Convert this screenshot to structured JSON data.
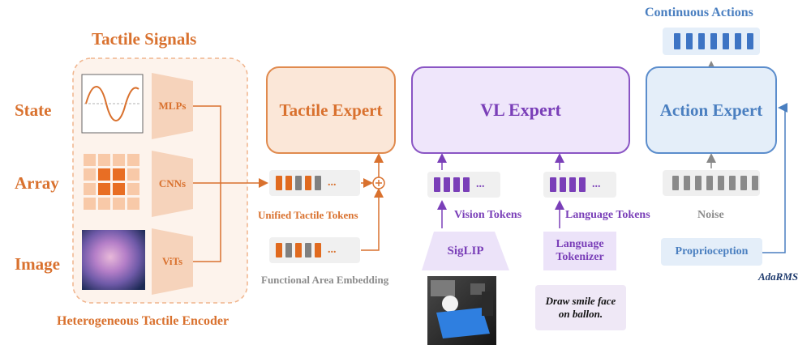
{
  "encoder": {
    "title": "Tactile Signals",
    "footer": "Heterogeneous Tactile Encoder",
    "rows": [
      {
        "modality": "State",
        "network": "MLPs"
      },
      {
        "modality": "Array",
        "network": "CNNs"
      },
      {
        "modality": "Image",
        "network": "ViTs"
      }
    ]
  },
  "tactile_expert": {
    "label": "Tactile Expert"
  },
  "vl_expert": {
    "label": "VL Expert"
  },
  "action_expert": {
    "label": "Action Expert"
  },
  "continuous_actions": {
    "label": "Continuous Actions"
  },
  "tokens": {
    "unified_tactile": "Unified Tactile Tokens",
    "functional_area": "Functional Area Embedding",
    "vision": "Vision Tokens",
    "language": "Language Tokens",
    "noise": "Noise",
    "ellipsis": "..."
  },
  "siglip": {
    "label": "SigLIP"
  },
  "tokenizer": {
    "label": "Language Tokenizer"
  },
  "instruction": {
    "text": "Draw smile face on ballon."
  },
  "proprioception": {
    "label": "Proprioception"
  },
  "adarms": {
    "label": "AdaRMS"
  },
  "colors": {
    "orange": "#d9712e",
    "orange_fill": "#fbe7d8",
    "purple": "#7a3fb8",
    "purple_fill": "#efe6fb",
    "blue": "#4a7fc0",
    "blue_fill": "#e4eef9",
    "gray_token": "#8a8a8a"
  }
}
